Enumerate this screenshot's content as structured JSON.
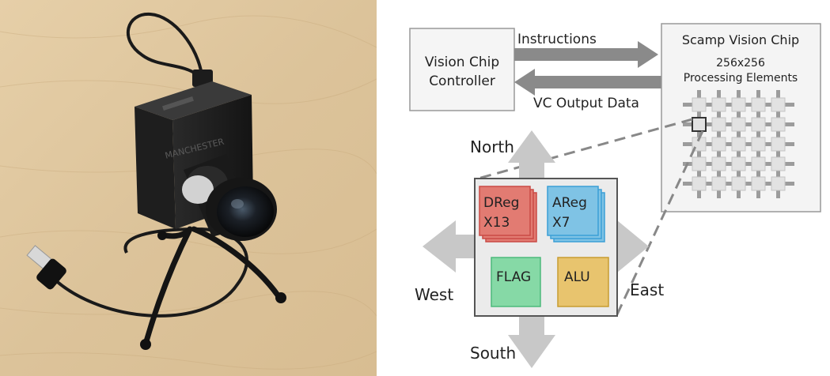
{
  "photo": {
    "subject": "scamp-camera-on-tripod",
    "camera_label": "MANCHESTER"
  },
  "diagram": {
    "controller": {
      "line1": "Vision Chip",
      "line2": "Controller"
    },
    "chip": {
      "title": "Scamp Vision Chip",
      "subtitle_line1": "256x256",
      "subtitle_line2": "Processing Elements"
    },
    "arrows": {
      "instructions": "Instructions",
      "output": "VC Output Data"
    },
    "pe": {
      "dreg": {
        "line1": "DReg",
        "line2": "X13"
      },
      "areg": {
        "line1": "AReg",
        "line2": "X7"
      },
      "flag": "FLAG",
      "alu": "ALU"
    },
    "directions": {
      "north": "North",
      "south": "South",
      "west": "West",
      "east": "East"
    },
    "colors": {
      "dreg_fill": "#e27b72",
      "dreg_stroke": "#c94a45",
      "areg_fill": "#7fc3e5",
      "areg_stroke": "#3b9fd6",
      "flag_fill": "#86d9a6",
      "flag_stroke": "#4cb97b",
      "alu_fill": "#e8c46e",
      "alu_stroke": "#c79c30",
      "arrow": "#8a8a8a",
      "direction_arrow": "#c8c8c8"
    }
  }
}
